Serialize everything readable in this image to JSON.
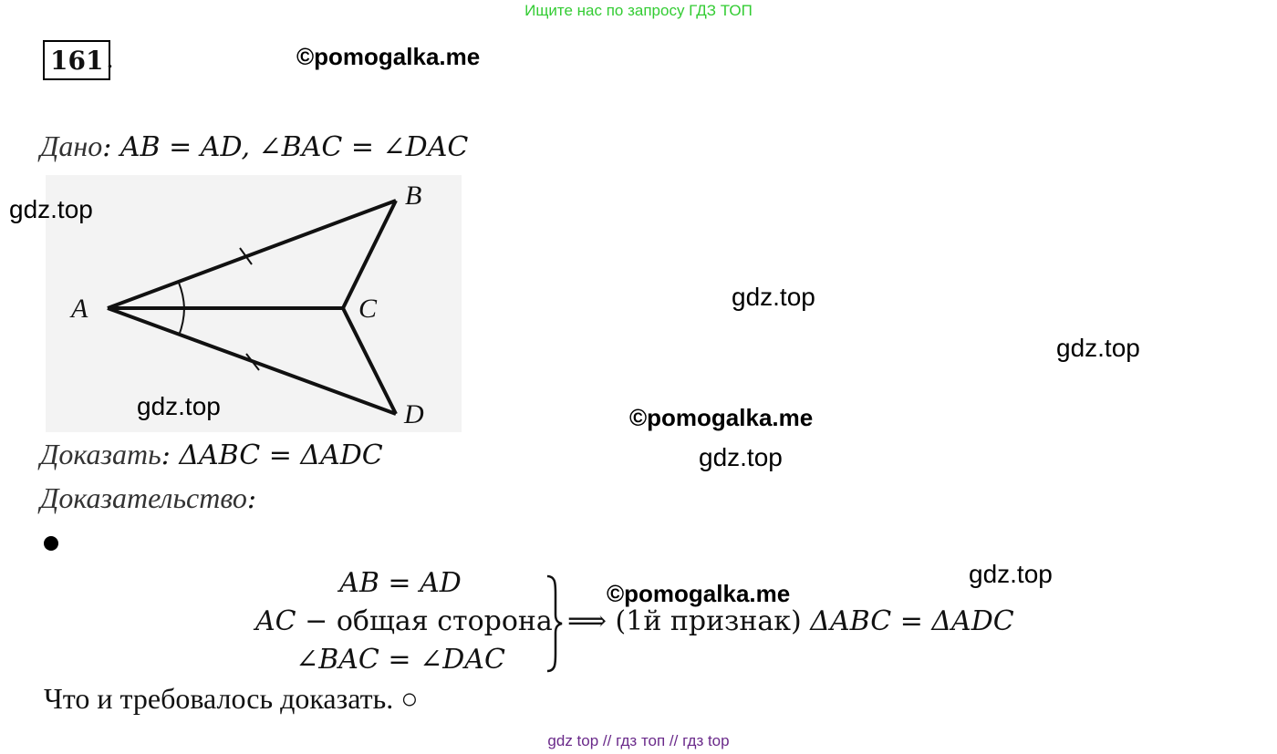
{
  "banner": "Ищите нас по запросу ГДЗ ТОП",
  "problem_number": "161",
  "problem_number_dot": ".",
  "watermarks": {
    "pomogalka": "©pomogalka.me",
    "gdz": "gdz.top"
  },
  "given": {
    "label": "Дано",
    "expr": ": AB  = AD, ∠BAC = ∠DAC"
  },
  "figure": {
    "points": [
      "A",
      "B",
      "C",
      "D"
    ]
  },
  "prove": {
    "label": "Доказать",
    "expr": ": ΔABC = ΔADC"
  },
  "proof_label": "Доказательство",
  "proof_colon": ":",
  "system": {
    "line1": "AB  = AD",
    "line2_a": "AC",
    "line2_b": " − общая сторона",
    "line3": "∠BAC = ∠DAC",
    "conclusion_a": "⟹ (1й признак) ",
    "conclusion_b": "ΔABC = ΔADC"
  },
  "qed": "Что и требовалось доказать. ○",
  "footer": "gdz top  //  гдз топ  //  гдз top"
}
